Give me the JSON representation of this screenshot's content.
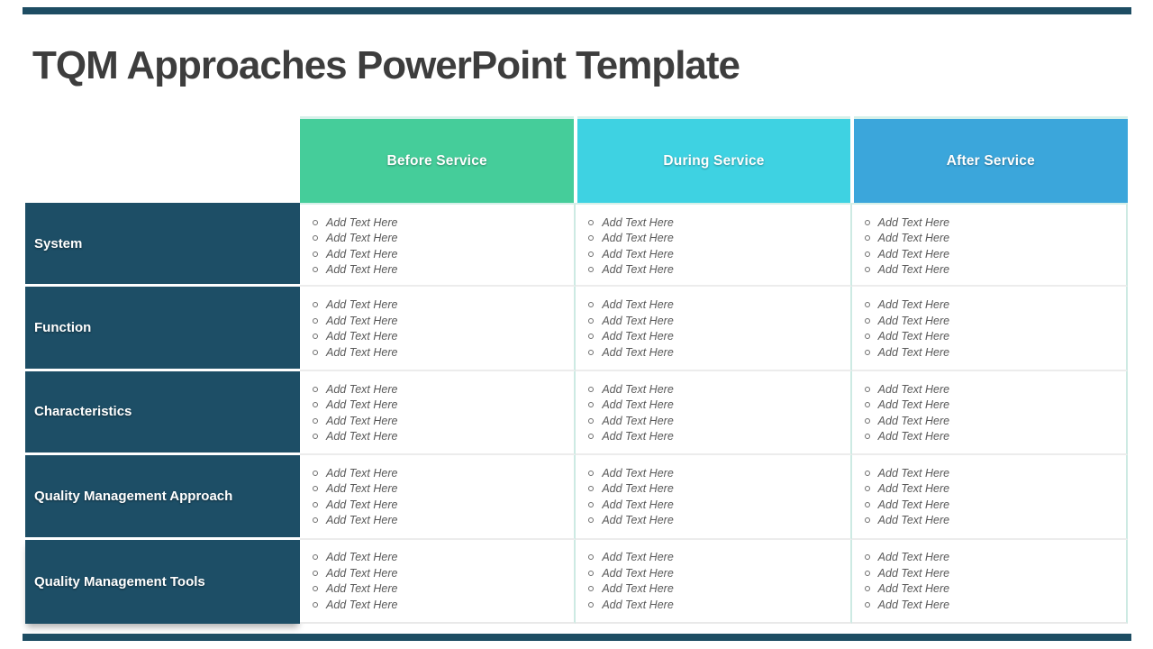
{
  "slide": {
    "title": "TQM Approaches PowerPoint Template",
    "accent_color": "#1d4d63",
    "background_color": "#ffffff",
    "title_color": "#3d3d3d"
  },
  "table": {
    "corner_label": "",
    "column_headers": [
      {
        "label": "Before Service",
        "color": "#45cd9a"
      },
      {
        "label": "During Service",
        "color": "#3ed2e2"
      },
      {
        "label": "After Service",
        "color": "#3ba6db"
      }
    ],
    "row_headers": [
      "System",
      "Function",
      "Characteristics",
      "Quality Management Approach",
      "Quality Management Tools"
    ],
    "row_header_color": "#1d4e66",
    "placeholder_text": "Add Text Here",
    "items_per_cell": 4,
    "placeholder_text_color": "#595959",
    "divider_colors": {
      "vertical": "#cdeae3",
      "horizontal": "#ececec"
    }
  }
}
